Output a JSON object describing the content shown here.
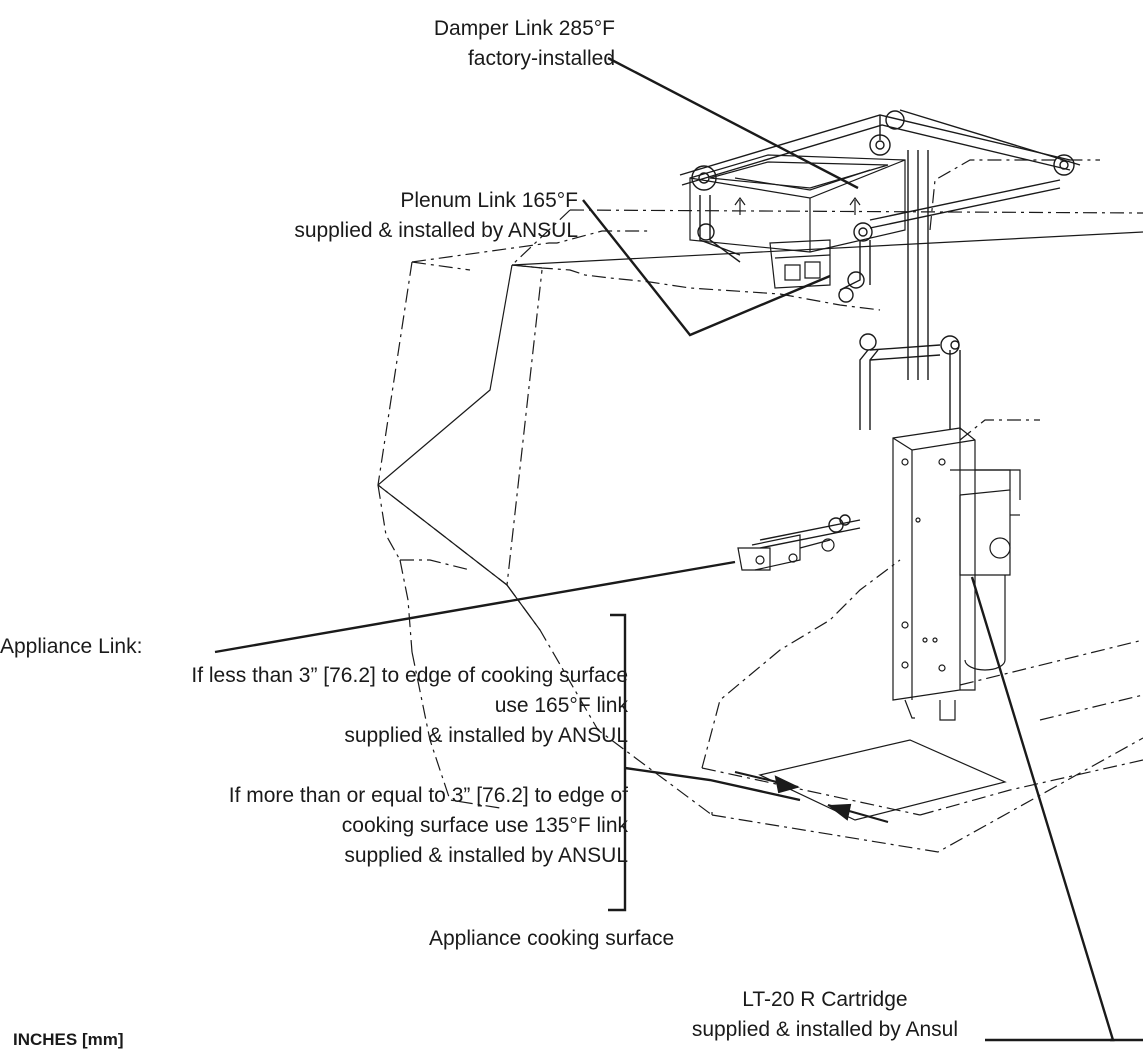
{
  "labels": {
    "damper_link": {
      "line1": "Damper Link 285°F",
      "line2": "factory-installed"
    },
    "plenum_link": {
      "line1": "Plenum Link 165°F",
      "line2": "supplied & installed by ANSUL"
    },
    "appliance_link": {
      "title": "Appliance Link:",
      "note1": [
        "If less than 3” [76.2] to edge of cooking surface",
        "use 165°F link",
        "supplied & installed by ANSUL"
      ],
      "note2": [
        "If more than or equal to 3” [76.2] to edge of",
        "cooking surface use 135°F link",
        "supplied & installed by ANSUL"
      ]
    },
    "cooking_surface": "Appliance cooking surface",
    "cartridge": {
      "line1": "LT-20 R Cartridge",
      "line2": "supplied & installed by Ansul"
    },
    "units": "INCHES [mm]"
  },
  "colors": {
    "line": "#1a1a1a",
    "background": "#ffffff"
  }
}
